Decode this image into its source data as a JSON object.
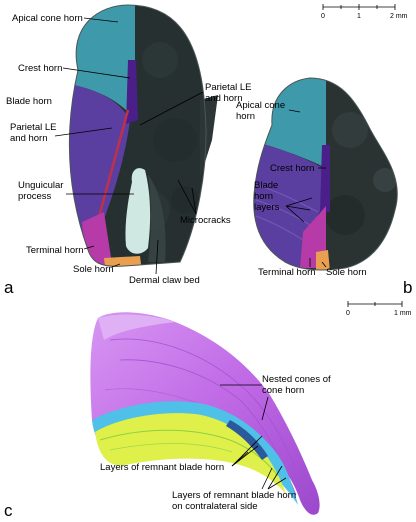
{
  "panel_a": {
    "letter": "a",
    "labels": {
      "apical_cone_horn": "Apical cone horn",
      "crest_horn": "Crest horn",
      "blade_horn": "Blade horn",
      "parietal_left_1": "Parietal LE",
      "parietal_left_2": "and horn",
      "parietal_right_1": "Parietal LE",
      "parietal_right_2": "and horn",
      "unguicular_1": "Unguicular",
      "unguicular_2": "process",
      "microcracks": "Microcracks",
      "terminal_horn": "Terminal horn",
      "sole_horn": "Sole horn",
      "dermal_claw_bed": "Dermal claw bed"
    }
  },
  "panel_b": {
    "letter": "b",
    "labels": {
      "apical_cone_1": "Apical cone",
      "apical_cone_2": "horn",
      "crest_horn": "Crest horn",
      "blade_layers_1": "Blade",
      "blade_layers_2": "horn",
      "blade_layers_3": "layers",
      "terminal_horn": "Terminal horn",
      "sole_horn": "Sole horn"
    }
  },
  "panel_c": {
    "letter": "c",
    "labels": {
      "nested_1": "Nested cones of",
      "nested_2": "cone horn",
      "remnant_blade": "Layers of remnant blade horn",
      "contralateral_1": "Layers of remnant blade horn",
      "contralateral_2": "on contralateral side"
    }
  },
  "scale_bar_top": {
    "tick_0": "0",
    "tick_1": "1",
    "tick_2": "2 mm"
  },
  "scale_bar_bottom": {
    "tick_0": "0",
    "tick_1": "1 mm"
  },
  "colors": {
    "apical_cone": "#3e9aaa",
    "blade": "#5b3fa0",
    "crest": "#4a1f8a",
    "terminal": "#b63aa8",
    "sole": "#e8a050",
    "tissue_dark": "#2a3232",
    "bone": "#cfe8e2",
    "cone_3d": "#c56ee6",
    "remnant_yellow": "#dff04a",
    "remnant_cyan": "#4fc0e8"
  }
}
